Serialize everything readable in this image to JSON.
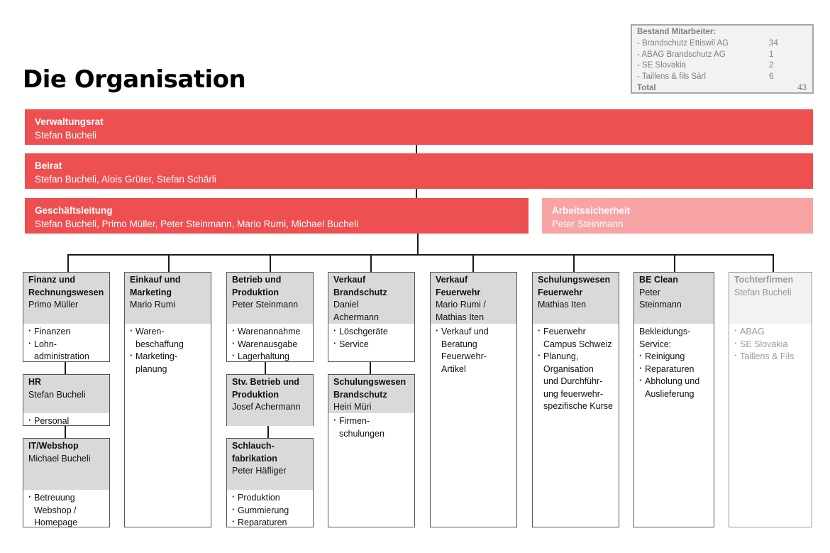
{
  "title": "Die Organisation",
  "headcount": {
    "heading": "Bestand Mitarbeiter:",
    "rows": [
      {
        "name": "- Brandschutz Ettiswil AG",
        "count": "34"
      },
      {
        "name": "- ABAG Brandschutz AG",
        "count": "1"
      },
      {
        "name": "- SE Slovakia",
        "count": "2"
      },
      {
        "name": "- Taillens & fils Sàrl",
        "count": "6"
      }
    ],
    "total_label": "Total",
    "total_value": "43"
  },
  "colors": {
    "bar": "#ee4f51",
    "bar_light": "#f8a4a4",
    "header_gray": "#d9d9d9"
  },
  "verwaltungsrat": {
    "title": "Verwaltungsrat",
    "people": "Stefan Bucheli"
  },
  "beirat": {
    "title": "Beirat",
    "people": "Stefan Bucheli, Alois Grüter, Stefan Schärli"
  },
  "geschaeftsleitung": {
    "title": "Geschäftsleitung",
    "people": "Stefan Bucheli, Primo Müller, Peter Steinmann, Mario Rumi, Michael Bucheli"
  },
  "arbeitssicherheit": {
    "title": "Arbeitssicherheit",
    "people": "Peter Steinmann"
  },
  "departments": {
    "finanz": {
      "title": [
        "Finanz und",
        "Rechnungswesen"
      ],
      "person": [
        "Primo Müller"
      ],
      "items": [
        "Finanzen",
        "Lohn-\nadministration"
      ]
    },
    "hr": {
      "title": [
        "HR"
      ],
      "person": [
        "Stefan Bucheli"
      ],
      "items": [
        "Personal"
      ]
    },
    "it": {
      "title": [
        "IT/Webshop"
      ],
      "person": [
        "Michael Bucheli"
      ],
      "items": [
        "Betreuung\nWebshop /\nHomepage"
      ]
    },
    "einkauf": {
      "title": [
        "Einkauf und",
        "Marketing"
      ],
      "person": [
        "Mario Rumi"
      ],
      "items": [
        "Waren-\nbeschaffung",
        "Marketing-\nplanung"
      ]
    },
    "betrieb": {
      "title": [
        "Betrieb und",
        "Produktion"
      ],
      "person": [
        "Peter Steinmann"
      ],
      "items": [
        "Warenannahme",
        "Warenausgabe",
        "Lagerhaltung"
      ]
    },
    "stv": {
      "title": [
        "Stv. Betrieb und",
        "Produktion"
      ],
      "person": [
        "Josef Achermann"
      ],
      "items": []
    },
    "schlauch": {
      "title": [
        "Schlauch-",
        "fabrikation"
      ],
      "person": [
        "Peter Häfliger"
      ],
      "items": [
        "Produktion",
        "Gummierung",
        "Reparaturen"
      ]
    },
    "vk_brandschutz": {
      "title": [
        "Verkauf",
        "Brandschutz"
      ],
      "person": [
        "Daniel",
        "Achermann"
      ],
      "items": [
        "Löschgeräte",
        "Service"
      ]
    },
    "sw_brandschutz": {
      "title": [
        "Schulungswesen",
        "Brandschutz"
      ],
      "person": [
        "Heiri Müri"
      ],
      "items": [
        "Firmen-\nschulungen"
      ]
    },
    "vk_feuerwehr": {
      "title": [
        "Verkauf",
        "Feuerwehr"
      ],
      "person": [
        "Mario Rumi /",
        "Mathias Iten"
      ],
      "items": [
        "Verkauf und\nBeratung\nFeuerwehr-\nArtikel"
      ]
    },
    "sw_feuerwehr": {
      "title": [
        "Schulungswesen",
        "Feuerwehr"
      ],
      "person": [
        "Mathias Iten"
      ],
      "items": [
        "Feuerwehr\nCampus Schweiz",
        "Planung,\nOrganisation\nund Durchführ-\nung feuerwehr-\nspezifische Kurse"
      ]
    },
    "beclean": {
      "title": [
        "BE Clean"
      ],
      "person": [
        "Peter",
        "Steinmann"
      ],
      "intro": [
        "Bekleidungs-",
        "Service:"
      ],
      "items": [
        "Reinigung",
        "Reparaturen",
        "Abholung und\nAuslieferung"
      ]
    },
    "tochter": {
      "title": [
        "Tochterfirmen"
      ],
      "person": [
        "Stefan Bucheli"
      ],
      "items": [
        "ABAG",
        "SE Slovakia",
        "Taillens & Fils"
      ]
    }
  }
}
